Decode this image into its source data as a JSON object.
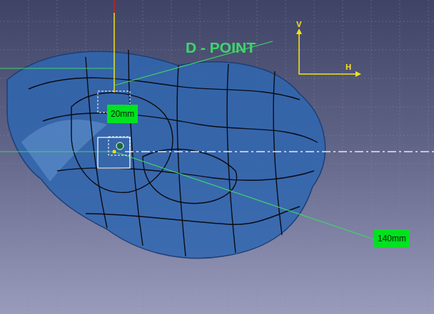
{
  "diagram": {
    "labels": [
      "D - POINT",
      "V",
      "H",
      "20mm",
      "140mm"
    ]
  }
}
